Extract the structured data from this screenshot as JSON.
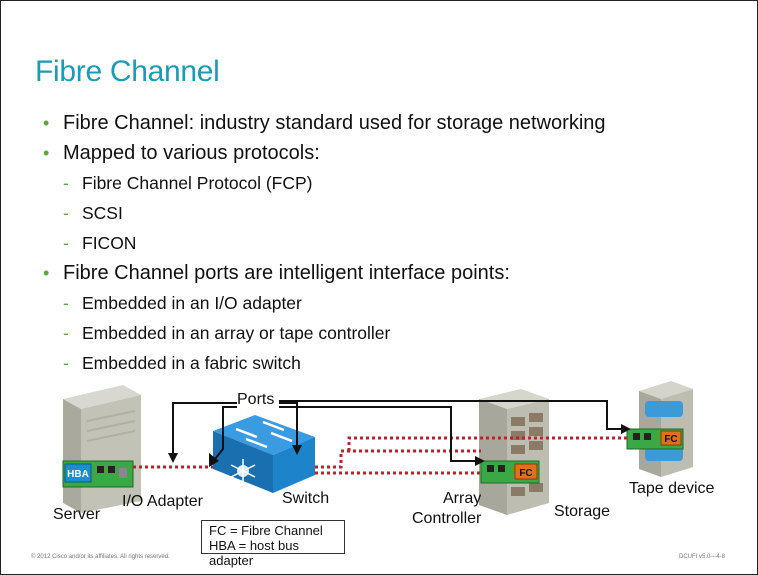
{
  "title": "Fibre Channel",
  "bullets": [
    {
      "level": 1,
      "text": "Fibre Channel: industry standard used for storage networking"
    },
    {
      "level": 1,
      "text": "Mapped to various protocols:"
    },
    {
      "level": 2,
      "text": "Fibre Channel Protocol (FCP)"
    },
    {
      "level": 2,
      "text": "SCSI"
    },
    {
      "level": 2,
      "text": "FICON"
    },
    {
      "level": 1,
      "text": "Fibre Channel ports are intelligent interface points:"
    },
    {
      "level": 2,
      "text": "Embedded in an I/O adapter"
    },
    {
      "level": 2,
      "text": "Embedded in an array or tape controller"
    },
    {
      "level": 2,
      "text": "Embedded in a fabric switch"
    }
  ],
  "bullet_markers": {
    "level1": "•",
    "level2": "-"
  },
  "diagram": {
    "ports_label": "Ports",
    "server_label": "Server",
    "io_adapter_label": "I/O Adapter",
    "switch_label": "Switch",
    "array_label": "Array",
    "controller_label": "Controller",
    "storage_label": "Storage",
    "tape_label": "Tape device",
    "hba_chip": "HBA",
    "fc_chip": "FC",
    "legend": [
      "FC = Fibre Channel",
      "HBA = host bus adapter"
    ]
  },
  "footer": {
    "left": "© 2012 Cisco and/or its affiliates. All rights reserved.",
    "right": "DCUFI v5.0—4-8"
  },
  "colors": {
    "title": "#1a9bb8",
    "bullet": "#5aa83a",
    "link": "#c0202a",
    "switch": "#1a7fc4",
    "chip_fc": "#e0701c",
    "chip_hba": "#1a8fd0"
  }
}
